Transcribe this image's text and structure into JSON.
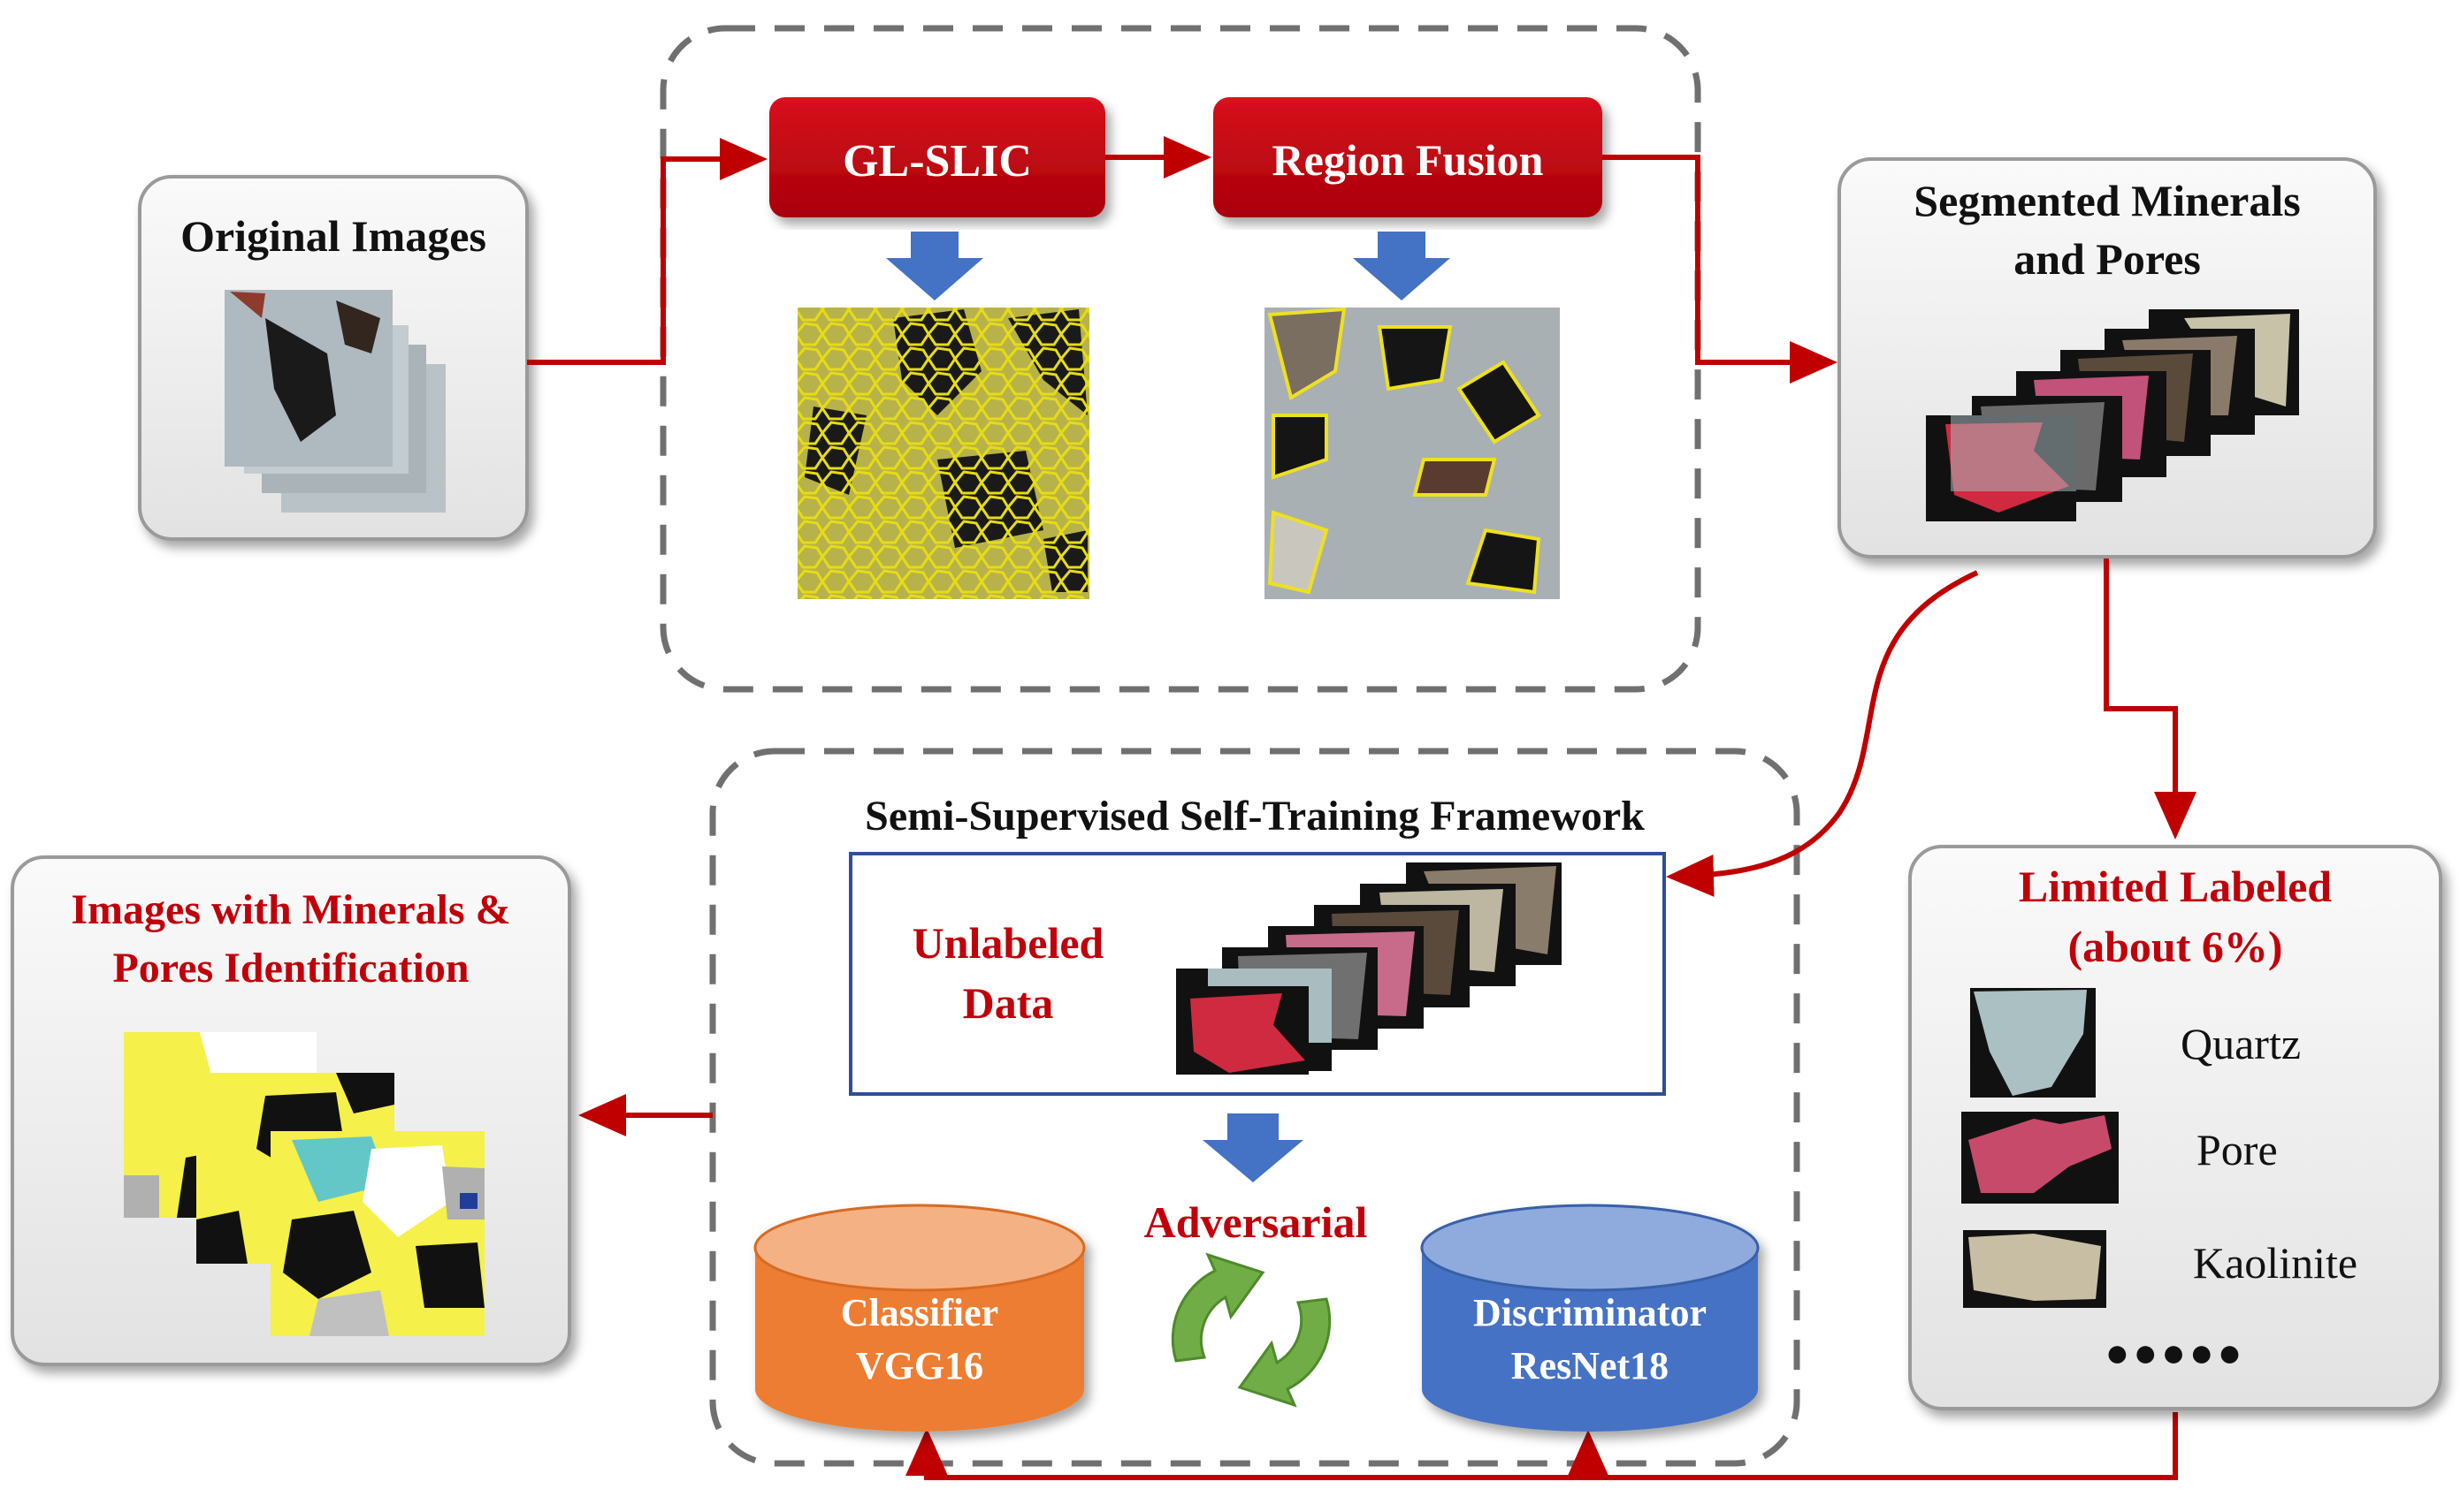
{
  "colors": {
    "arrow_red": "#c00000",
    "button_red": "#c0000a",
    "arrow_blue": "#4472c4",
    "classifier_orange": "#ed7d31",
    "discriminator_blue": "#4472c4",
    "cycle_green": "#70ad47",
    "frame_gray": "#707070",
    "box_fill": "#f0f0f0",
    "mask_yellow": "#f5f04a",
    "mask_cyan": "#63c7c8"
  },
  "pipeline": {
    "original_title": "Original Images",
    "gl_slic": "GL-SLIC",
    "region_fusion": "Region Fusion",
    "segmented_title_1": "Segmented Minerals",
    "segmented_title_2": "and Pores"
  },
  "framework": {
    "title": "Semi-Supervised Self-Training Framework",
    "unlabeled_1": "Unlabeled",
    "unlabeled_2": "Data",
    "adversarial": "Adversarial",
    "classifier_1": "Classifier",
    "classifier_2": "VGG16",
    "discriminator_1": "Discriminator",
    "discriminator_2": "ResNet18"
  },
  "labeled": {
    "title_1": "Limited Labeled",
    "title_2": "(about 6%)",
    "items": [
      "Quartz",
      "Pore",
      "Kaolinite"
    ],
    "more": "●●●●●"
  },
  "output": {
    "title_1": "Images with Minerals &",
    "title_2": "Pores Identification"
  }
}
